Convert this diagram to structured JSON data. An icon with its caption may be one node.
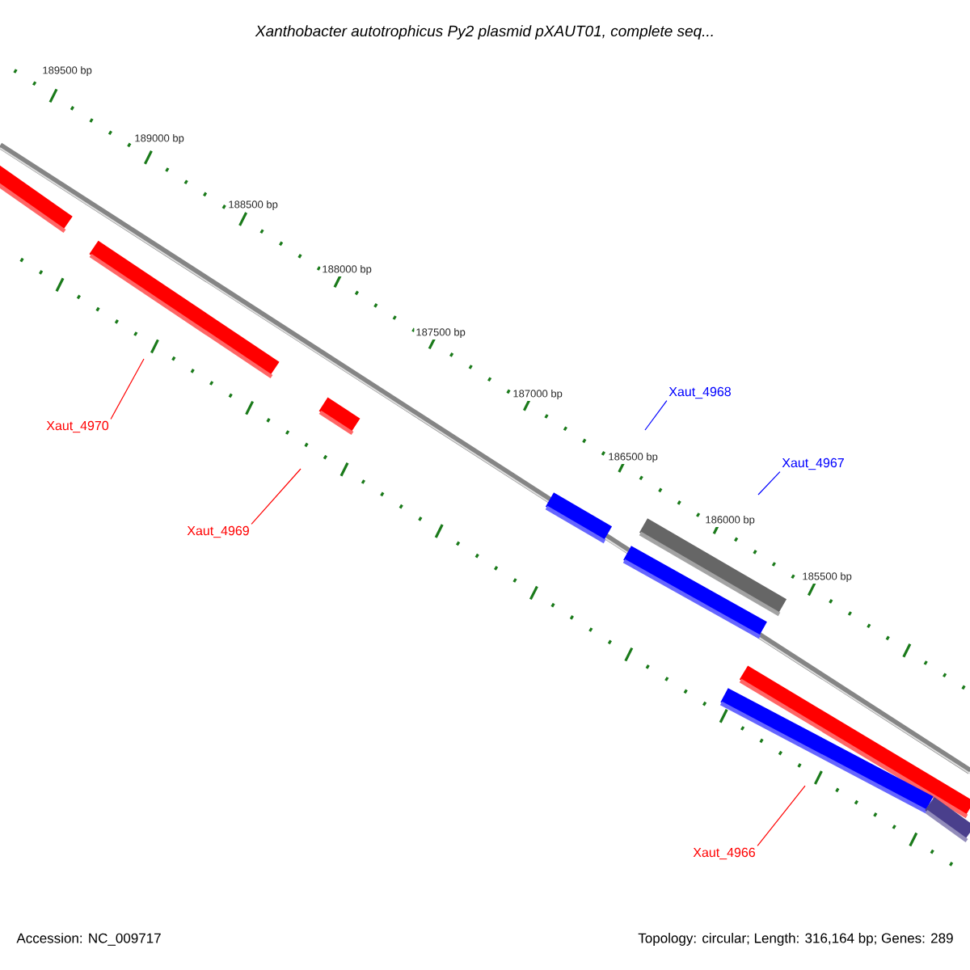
{
  "diagram": {
    "title": "Xanthobacter autotrophicus Py2 plasmid pXAUT01, complete seq...",
    "nodes": [
      {
        "text": [
          "Xaut_4970"
        ]
      },
      {
        "text": [
          "Xaut_4969"
        ]
      },
      {
        "text": [
          "Xaut_4968"
        ]
      },
      {
        "text": [
          "Xaut_4967"
        ]
      },
      {
        "text": [
          "Xaut_4966"
        ]
      }
    ],
    "edges": [
      {
        "from": 0,
        "to": null,
        "arrow": "none"
      },
      {
        "from": 1,
        "to": null,
        "arrow": "none"
      },
      {
        "from": 2,
        "to": null,
        "arrow": "none",
        "color": "#0000ff"
      },
      {
        "from": 3,
        "to": null,
        "arrow": "none",
        "color": "#0000ff"
      },
      {
        "from": 4,
        "to": null,
        "arrow": "none"
      }
    ],
    "labels": [
      "189500 bp",
      "189000 bp",
      "188500 bp",
      "188000 bp",
      "187500 bp",
      "187000 bp",
      "186500 bp",
      "186000 bp",
      "185500 bp",
      "Accession: NC_009717",
      "Topology: circular; Length: 316,164 bp; Genes: 289"
    ]
  }
}
